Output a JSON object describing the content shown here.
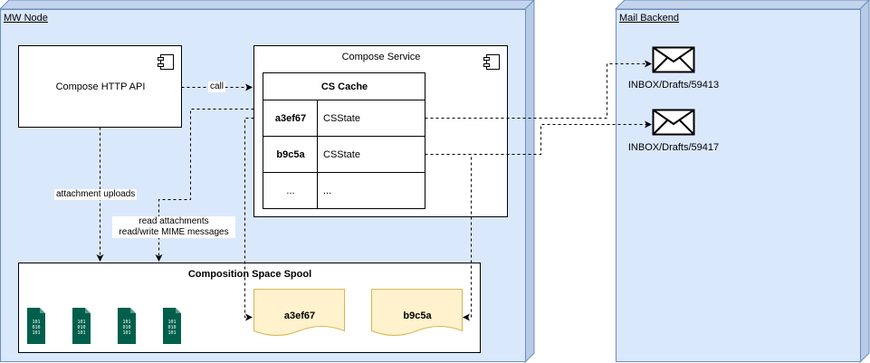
{
  "nodes": {
    "mw_node": "MW Node",
    "mail_backend": "Mail Backend"
  },
  "compose_http_api": "Compose HTTP API",
  "compose_service": "Compose Service",
  "cs_cache": {
    "title": "CS Cache",
    "rows": [
      {
        "key": "a3ef67",
        "value": "CSState"
      },
      {
        "key": "b9c5a",
        "value": "CSState"
      },
      {
        "key": "...",
        "value": "..."
      }
    ]
  },
  "edges": {
    "call": "call",
    "attachment_uploads": "attachment uploads",
    "read_attachments": "read attachments",
    "read_write_mime": "read/write MIME messages"
  },
  "spool": {
    "title": "Composition Space Spool",
    "binary_text": [
      "101",
      "010",
      "101"
    ],
    "files": [
      "a3ef67",
      "b9c5a"
    ]
  },
  "mails": [
    "INBOX/Drafts/59413",
    "INBOX/Drafts/59417"
  ],
  "colors": {
    "node_fill": "#dae8fc",
    "node_border": "#6c8ebf",
    "file_fill": "#fff2cc",
    "file_border": "#d6b656",
    "binary_icon": "#005f4b"
  }
}
